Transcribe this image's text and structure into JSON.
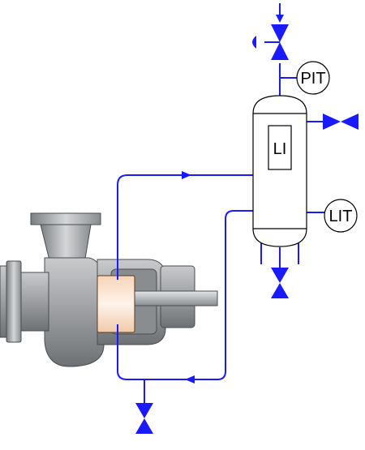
{
  "colors": {
    "pipe": "#1a1aff",
    "vessel_fill": "#ffffff",
    "vessel_stroke": "#000000",
    "pump_body": "#a9abad",
    "pump_dark": "#7d8083",
    "pump_light": "#d4d6d8",
    "coupling_fill": "#fde6d2"
  },
  "instruments": {
    "pressure_transmitter": "PIT",
    "level_indicator": "LI",
    "level_transmitter": "LIT"
  },
  "icons": [
    "control-valve-icon",
    "gate-valve-icon",
    "flow-arrow-icon",
    "centrifugal-pump-icon",
    "separator-vessel-icon"
  ]
}
